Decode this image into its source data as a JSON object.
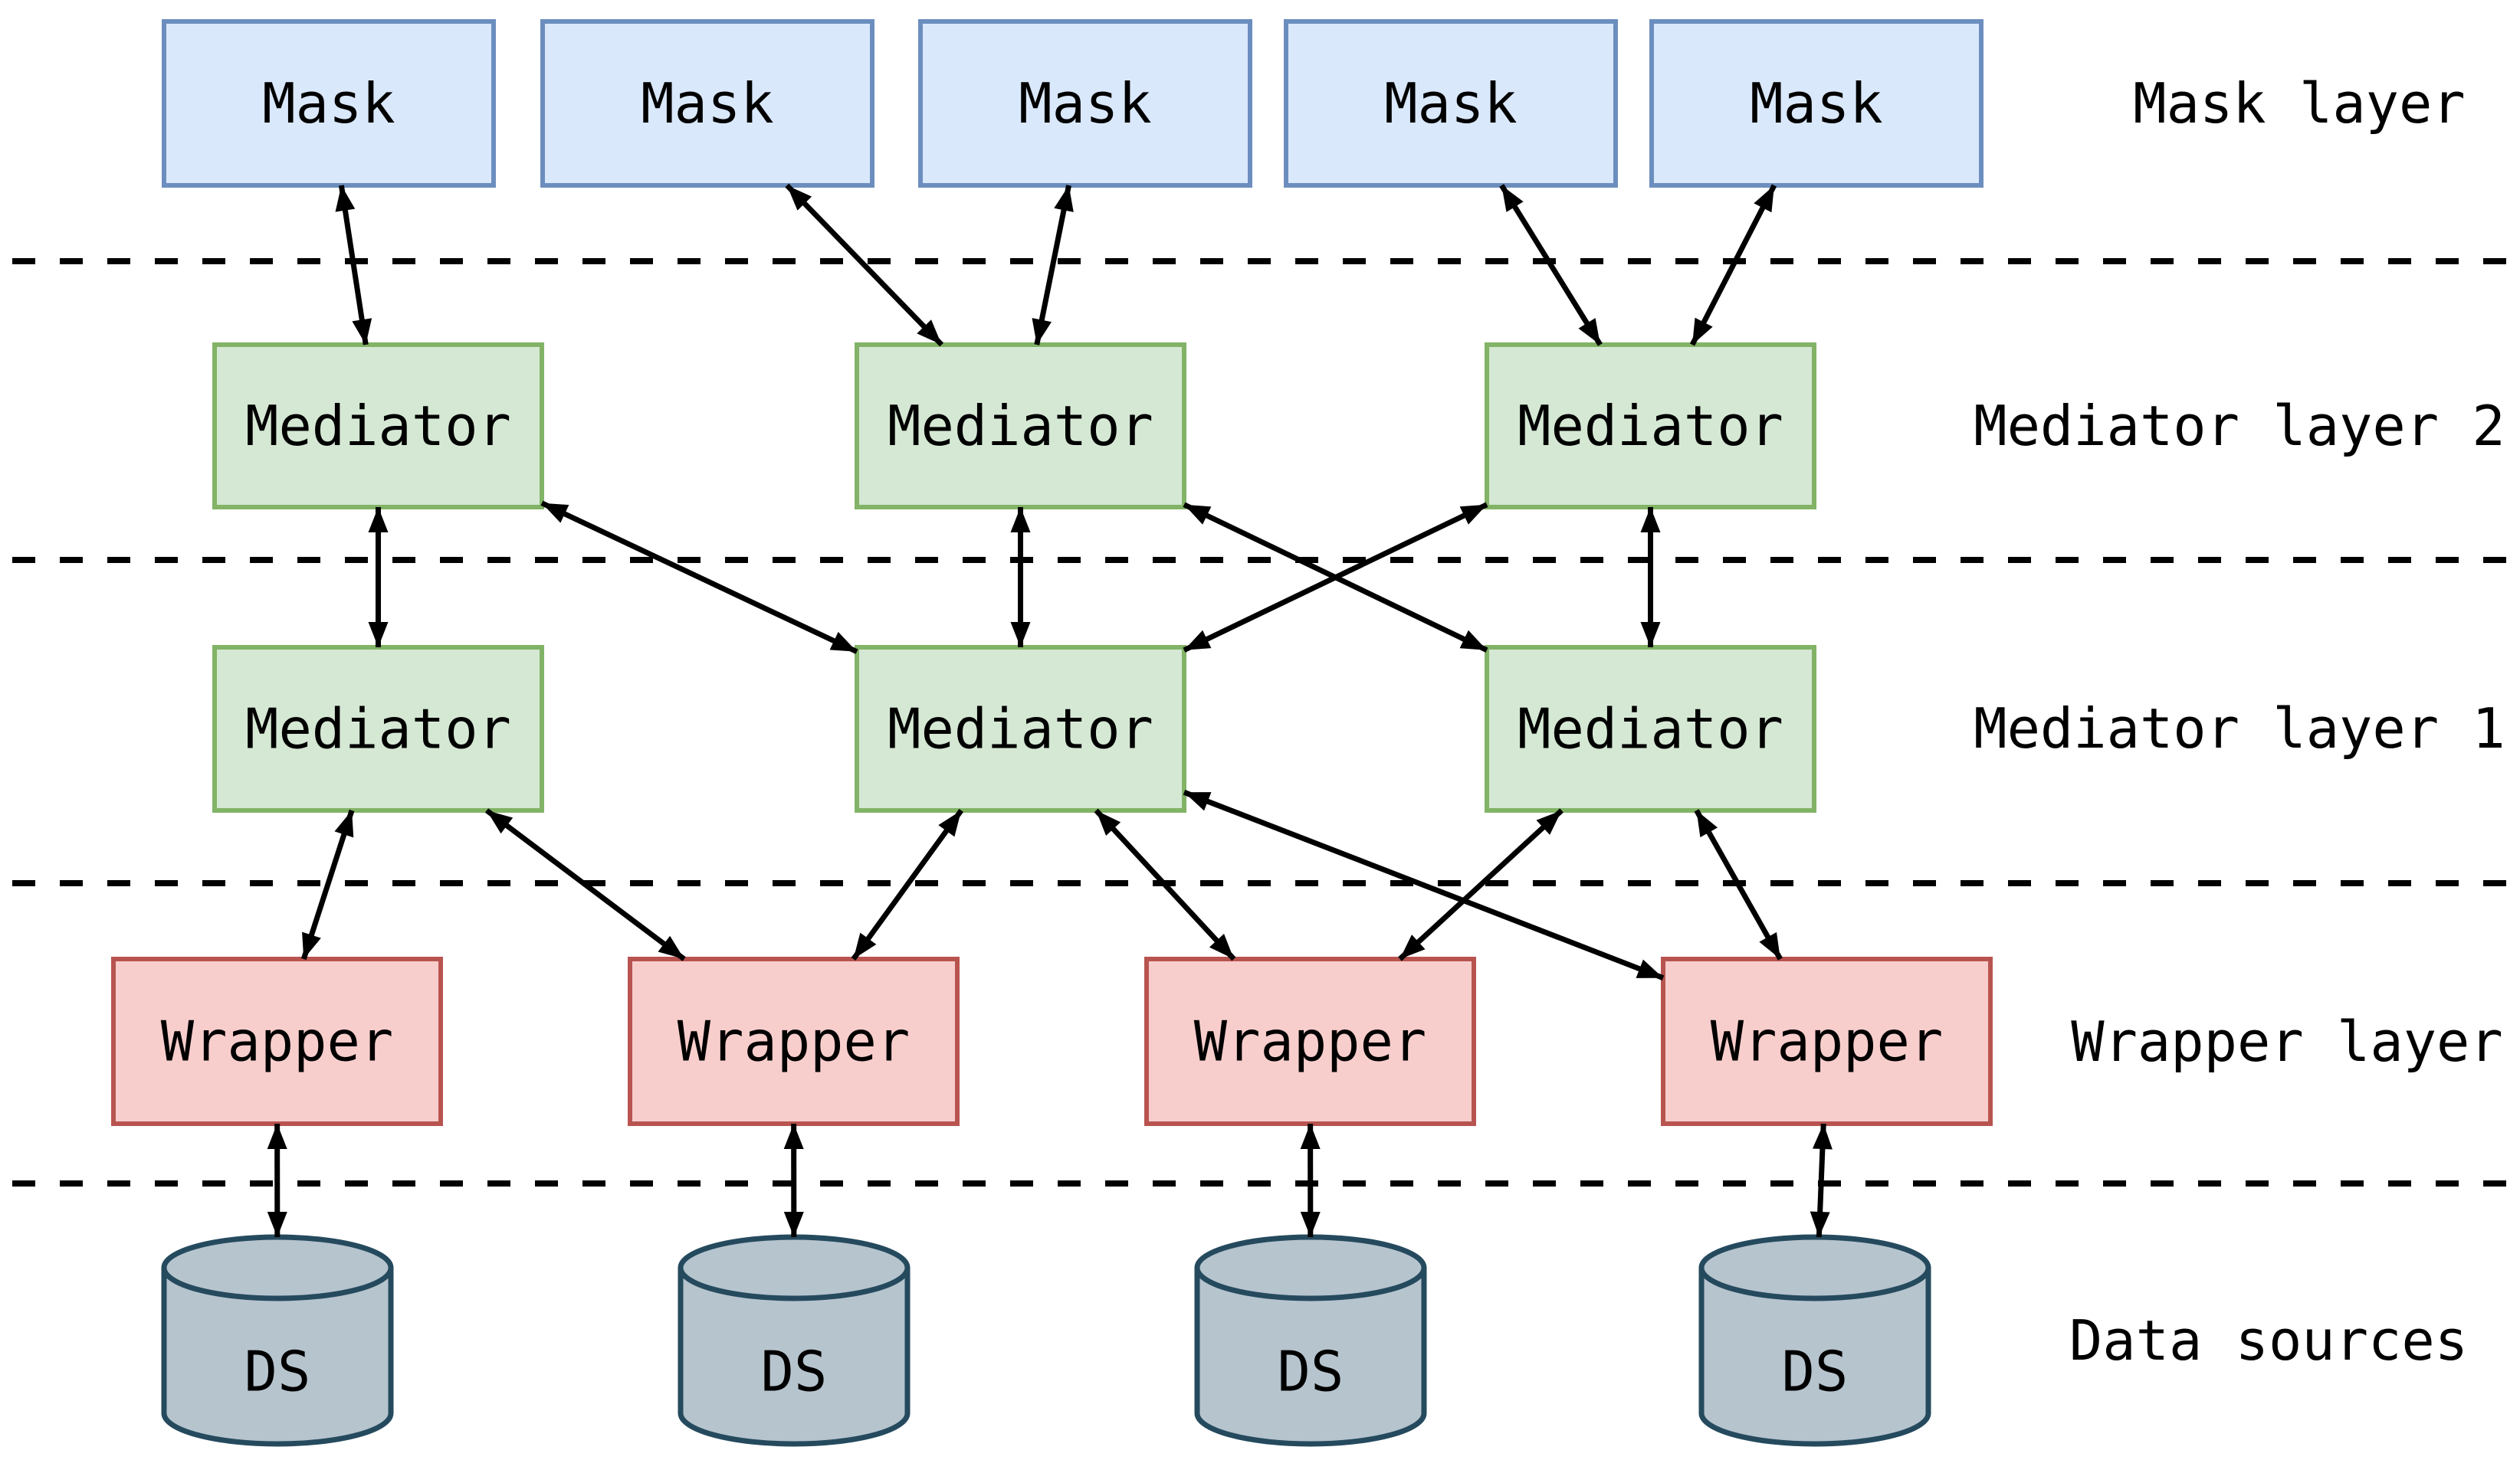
{
  "diagram": {
    "layer_labels": [
      {
        "text": "Mask layer"
      },
      {
        "text": "Mediator layer 2"
      },
      {
        "text": "Mediator layer 1"
      },
      {
        "text": "Wrapper layer"
      },
      {
        "text": "Data sources"
      }
    ],
    "nodes": {
      "masks": [
        {
          "id": "mask-1",
          "label": "Mask"
        },
        {
          "id": "mask-2",
          "label": "Mask"
        },
        {
          "id": "mask-3",
          "label": "Mask"
        },
        {
          "id": "mask-4",
          "label": "Mask"
        },
        {
          "id": "mask-5",
          "label": "Mask"
        }
      ],
      "mediators_l2": [
        {
          "id": "med2-1",
          "label": "Mediator"
        },
        {
          "id": "med2-2",
          "label": "Mediator"
        },
        {
          "id": "med2-3",
          "label": "Mediator"
        }
      ],
      "mediators_l1": [
        {
          "id": "med1-1",
          "label": "Mediator"
        },
        {
          "id": "med1-2",
          "label": "Mediator"
        },
        {
          "id": "med1-3",
          "label": "Mediator"
        }
      ],
      "wrappers": [
        {
          "id": "wrapper-1",
          "label": "Wrapper"
        },
        {
          "id": "wrapper-2",
          "label": "Wrapper"
        },
        {
          "id": "wrapper-3",
          "label": "Wrapper"
        },
        {
          "id": "wrapper-4",
          "label": "Wrapper"
        }
      ],
      "data_sources": [
        {
          "id": "ds-1",
          "label": "DS"
        },
        {
          "id": "ds-2",
          "label": "DS"
        },
        {
          "id": "ds-3",
          "label": "DS"
        },
        {
          "id": "ds-4",
          "label": "DS"
        }
      ]
    },
    "edges": [
      [
        "mask-1",
        "med2-1"
      ],
      [
        "mask-2",
        "med2-2"
      ],
      [
        "mask-3",
        "med2-2"
      ],
      [
        "mask-4",
        "med2-3"
      ],
      [
        "mask-5",
        "med2-3"
      ],
      [
        "med2-1",
        "med1-1"
      ],
      [
        "med2-1",
        "med1-2"
      ],
      [
        "med2-2",
        "med1-2"
      ],
      [
        "med2-2",
        "med1-3"
      ],
      [
        "med2-3",
        "med1-2"
      ],
      [
        "med2-3",
        "med1-3"
      ],
      [
        "med1-1",
        "wrapper-1"
      ],
      [
        "med1-1",
        "wrapper-2"
      ],
      [
        "med1-2",
        "wrapper-2"
      ],
      [
        "med1-2",
        "wrapper-3"
      ],
      [
        "med1-2",
        "wrapper-4"
      ],
      [
        "med1-3",
        "wrapper-3"
      ],
      [
        "med1-3",
        "wrapper-4"
      ],
      [
        "wrapper-1",
        "ds-1"
      ],
      [
        "wrapper-2",
        "ds-2"
      ],
      [
        "wrapper-3",
        "ds-3"
      ],
      [
        "wrapper-4",
        "ds-4"
      ]
    ],
    "colors": {
      "mask_fill": "#dae8fc",
      "mask_stroke": "#6c8ebf",
      "mediator_fill": "#d5e8d4",
      "mediator_stroke": "#82b366",
      "wrapper_fill": "#f8cecc",
      "wrapper_stroke": "#b85450",
      "ds_fill": "#b6c4ce",
      "ds_stroke": "#254a5e",
      "edge": "#000000"
    }
  }
}
